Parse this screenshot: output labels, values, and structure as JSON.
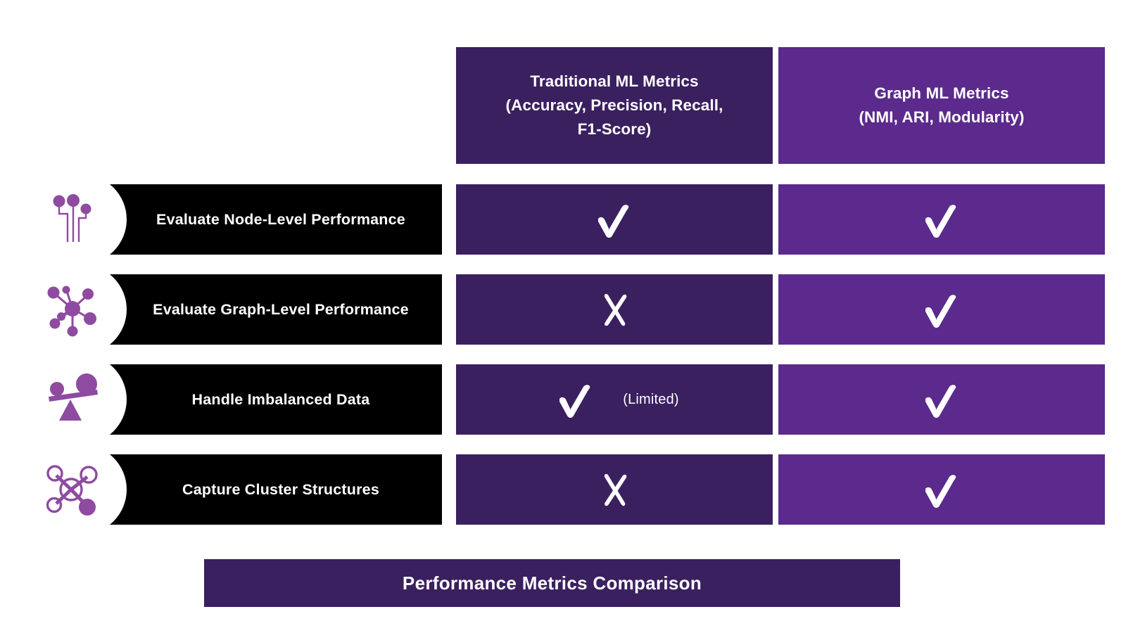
{
  "colors": {
    "traditional_column": "#3b2060",
    "graph_column": "#5b2a8c",
    "label_bar": "#000000",
    "icon_accent": "#8e4ba0",
    "text_light": "#ffffff",
    "background": "#ffffff"
  },
  "header": {
    "columns": [
      {
        "title": "Traditional ML Metrics\n(Accuracy, Precision, Recall,\nF1-Score)"
      },
      {
        "title": "Graph ML Metrics\n(NMI, ARI, Modularity)"
      }
    ],
    "traditional_line1": "Traditional ML Metrics",
    "traditional_line2": "(Accuracy, Precision, Recall,",
    "traditional_line3": "F1-Score)",
    "graph_line1": "Graph ML Metrics",
    "graph_line2": "(NMI, ARI, Modularity)"
  },
  "rows": [
    {
      "label": "Evaluate Node-Level Performance",
      "icon": "node-tree-icon",
      "traditional": {
        "mark": "check",
        "note": ""
      },
      "graph": {
        "mark": "check",
        "note": ""
      }
    },
    {
      "label": "Evaluate Graph-Level Performance",
      "icon": "network-hub-icon",
      "traditional": {
        "mark": "cross",
        "note": ""
      },
      "graph": {
        "mark": "check",
        "note": ""
      }
    },
    {
      "label": "Handle Imbalanced Data",
      "icon": "balance-scale-icon",
      "traditional": {
        "mark": "check",
        "note": "(Limited)"
      },
      "graph": {
        "mark": "check",
        "note": ""
      }
    },
    {
      "label": "Capture Cluster Structures",
      "icon": "molecule-cluster-icon",
      "traditional": {
        "mark": "cross",
        "note": ""
      },
      "graph": {
        "mark": "check",
        "note": ""
      }
    }
  ],
  "footer": {
    "title": "Performance Metrics Comparison"
  }
}
